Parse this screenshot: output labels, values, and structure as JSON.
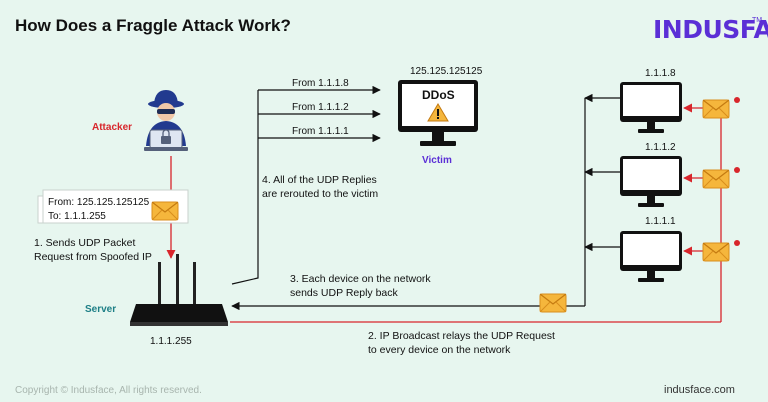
{
  "header": {
    "title": "How Does a Fraggle Attack Work?",
    "logo": "INDUSFACE",
    "logo_tm": "TM"
  },
  "nodes": {
    "attacker": "Attacker",
    "victim": "Victim",
    "victim_ip": "125.125.125125",
    "ddos": "DDoS",
    "server": "Server",
    "server_ip": "1.1.1.255",
    "device_ips": [
      "1.1.1.8",
      "1.1.1.2",
      "1.1.1.1"
    ]
  },
  "packet": {
    "from": "From: 125.125.125125",
    "to": "To: 1.1.1.255"
  },
  "replies": [
    "From 1.1.1.8",
    "From 1.1.1.2",
    "From 1.1.1.1"
  ],
  "steps": {
    "s1": [
      "1. Sends UDP Packet",
      "Request from Spoofed IP"
    ],
    "s2": [
      "2. IP Broadcast relays the UDP Request",
      "to every device on the network"
    ],
    "s3": [
      "3. Each device on the network",
      "sends UDP Reply back"
    ],
    "s4": [
      "4. All of the UDP Replies",
      "are rerouted to the victim"
    ]
  },
  "footer": {
    "copyright": "Copyright © Indusface, All rights reserved.",
    "site": "indusface.com"
  },
  "colors": {
    "background": "#e7f6ef",
    "brand": "#5b2fd6",
    "attack_red": "#d8262c",
    "server_teal": "#1d7f86",
    "envelope": "#f5b63c"
  }
}
